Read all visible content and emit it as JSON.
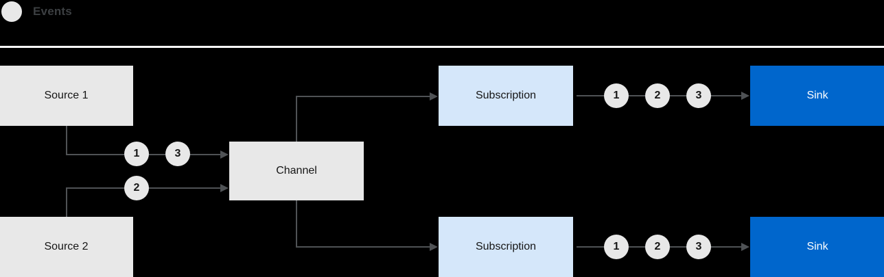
{
  "legend": {
    "icon": "event-dot-icon",
    "label": "Events"
  },
  "diagram": {
    "nodes": [
      {
        "id": "source1",
        "label": "Source 1",
        "style": "grey"
      },
      {
        "id": "source2",
        "label": "Source 2",
        "style": "grey"
      },
      {
        "id": "channel",
        "label": "Channel",
        "style": "grey"
      },
      {
        "id": "subscription1",
        "label": "Subscription",
        "style": "lightblue"
      },
      {
        "id": "subscription2",
        "label": "Subscription",
        "style": "lightblue"
      },
      {
        "id": "sink1",
        "label": "Sink",
        "style": "blue"
      },
      {
        "id": "sink2",
        "label": "Sink",
        "style": "blue"
      }
    ],
    "events": {
      "source1_to_channel": [
        "1",
        "3"
      ],
      "source2_to_channel": [
        "2"
      ],
      "subscription1_to_sink1": [
        "1",
        "2",
        "3"
      ],
      "subscription2_to_sink2": [
        "1",
        "2",
        "3"
      ]
    }
  },
  "colors": {
    "background": "#000000",
    "box_grey": "#e8e8e8",
    "box_lightblue": "#d5e7fa",
    "box_blue": "#0066cc",
    "wire": "#4f5255",
    "divider": "#ffffff",
    "text_dark": "#151515",
    "legend_text": "#3c3f42"
  }
}
